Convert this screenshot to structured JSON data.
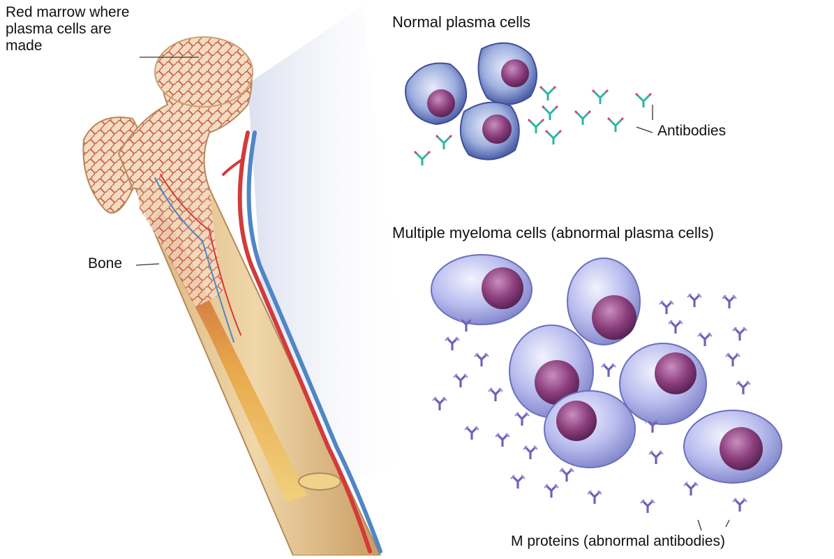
{
  "labels": {
    "red_marrow": "Red marrow where plasma cells are made",
    "bone": "Bone",
    "normal_plasma_cells": "Normal plasma cells",
    "antibodies": "Antibodies",
    "myeloma_cells": "Multiple myeloma cells (abnormal plasma cells)",
    "m_proteins": "M proteins (abnormal antibodies)"
  },
  "colors": {
    "bone": "#e8c99a",
    "marrow": "#c0504d",
    "artery": "#d33a3a",
    "vein": "#4f86c6",
    "normal_cell": "#8fa3d8",
    "myeloma_cell": "#a9aee8",
    "nucleus": "#8a3f7a",
    "antibody_teal": "#2fb3a4",
    "antibody_pink": "#d6417c",
    "m_protein": "#7a6fc4"
  }
}
